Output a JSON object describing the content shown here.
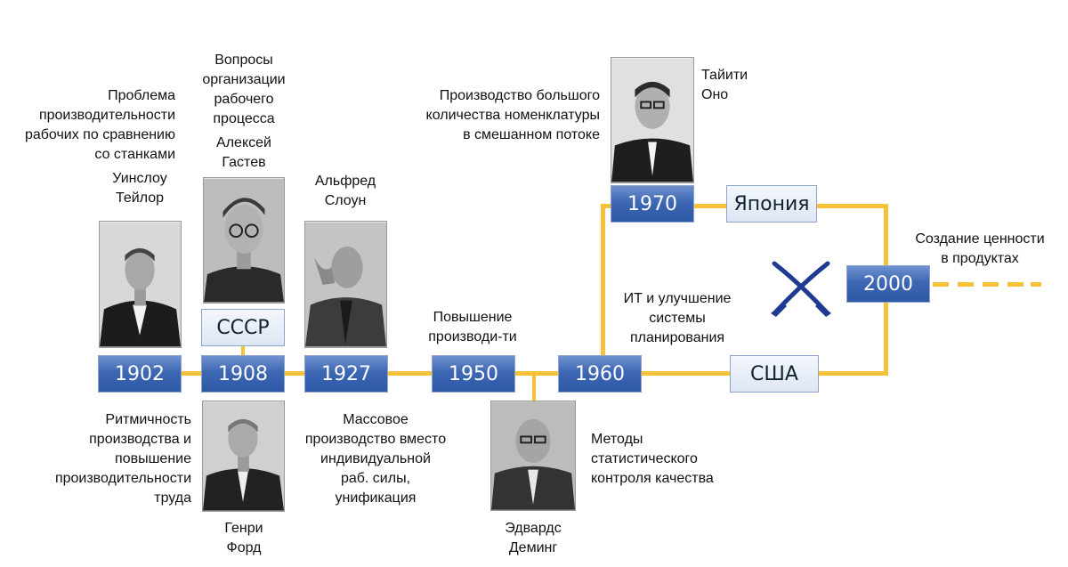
{
  "years": {
    "y1902": "1902",
    "y1908": "1908",
    "y1927": "1927",
    "y1950": "1950",
    "y1960": "1960",
    "y1970": "1970",
    "y2000": "2000"
  },
  "places": {
    "ussr": "СССР",
    "japan": "Япония",
    "usa": "США"
  },
  "people": {
    "taylor": "Уинслоу\nТейлор",
    "gastev": "Алексей\nГастев",
    "sloan": "Альфред\nСлоун",
    "ohno": "Тайити\nОно",
    "ford": "Генри\nФорд",
    "deming": "Эдвардс\nДеминг"
  },
  "notes": {
    "productivity_problem": "Проблема\nпроизводительности\nрабочих по сравнению\nсо станками",
    "work_organization": "Вопросы\nорганизации\nрабочего\nпроцесса",
    "large_nomenclature": "Производство большого\nколичества номенклатуры\nв смешанном потоке",
    "value_creation": "Создание ценности\nв продуктах",
    "it_planning": "ИТ и улучшение\nсистемы\nпланирования",
    "productivity_increase": "Повышение\nпроизводи-ти",
    "rhythm": "Ритмичность\nпроизводства и\nповышение\nпроизводительности\nтруда",
    "mass_production": "Массовое\nпроизводство вместо\nиндивидуальной\nраб. силы,\nунификация",
    "statistical_control": "Методы\nстатистического\nконтроля качества"
  },
  "colors": {
    "timeline": "#f5c23a",
    "year_box": "#3d67b3",
    "sabers": "#1f3a93"
  }
}
